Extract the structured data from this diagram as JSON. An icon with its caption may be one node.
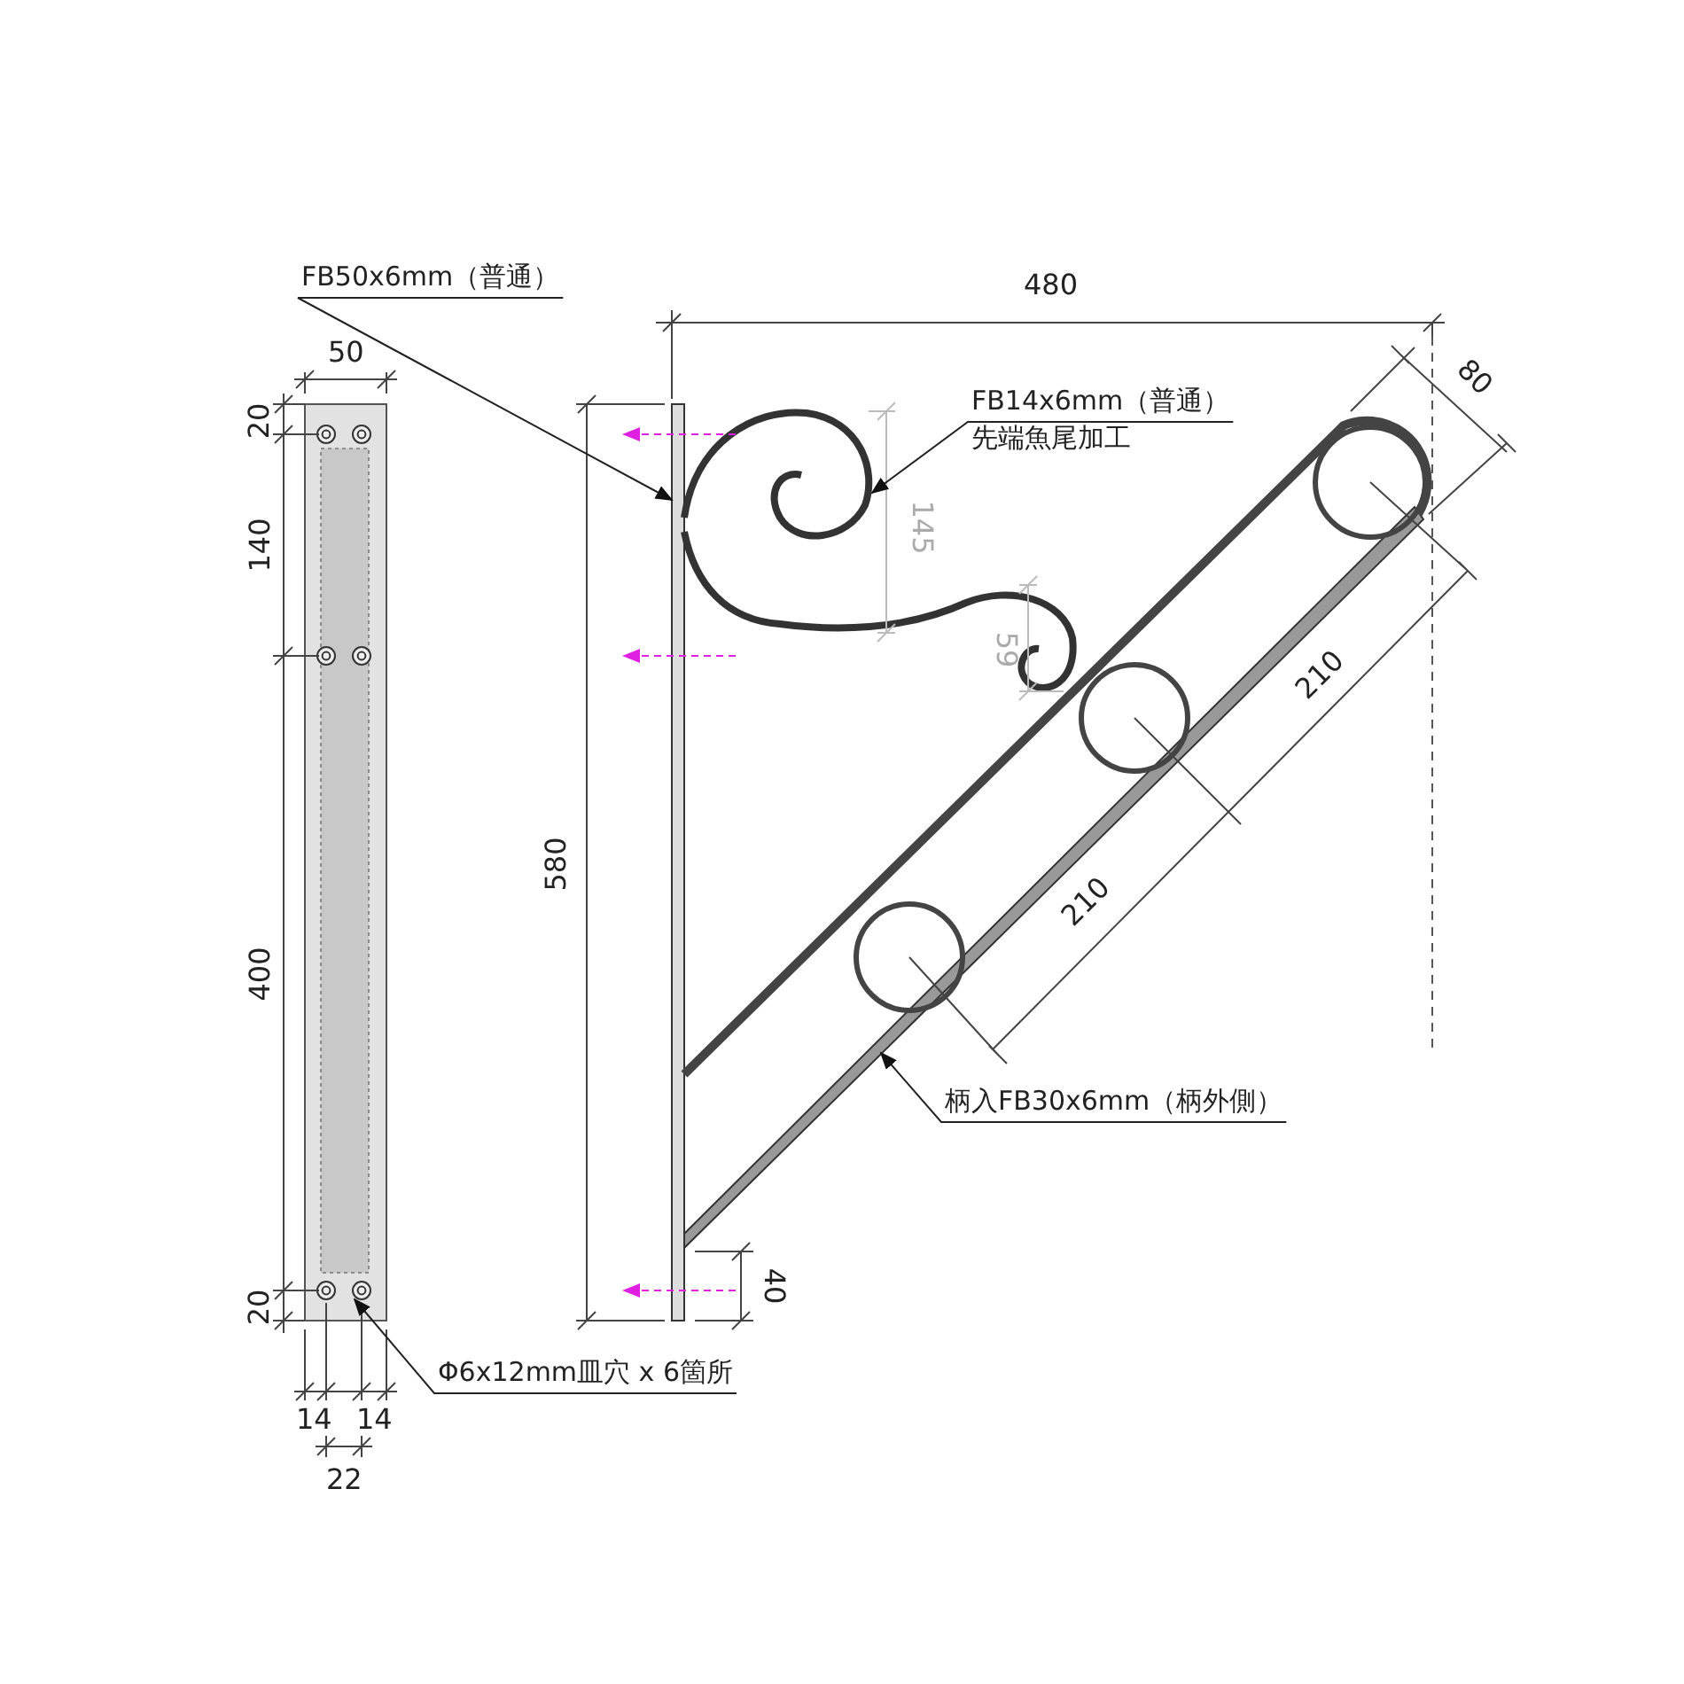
{
  "diagram": {
    "nodes": [
      {
        "text": [
          "FB50x6mm（普通）"
        ]
      },
      {
        "text": [],
        "shape": "bar"
      },
      {
        "text": [
          "FB14x6mm（普通）",
          "先端魚尾加工"
        ]
      },
      {
        "text": [],
        "shape": "picture"
      },
      {
        "text": [
          "柄入FB30x6mm（柄外側）"
        ]
      },
      {
        "text": [],
        "shape": "bar"
      },
      {
        "text": [
          "Φ6x12mm皿穴 x 6箇所"
        ]
      },
      {
        "text": [],
        "shape": "circle"
      }
    ],
    "edges": [
      {
        "from": 0,
        "to": 1,
        "arrow": "to"
      },
      {
        "from": 2,
        "to": 3,
        "arrow": "to"
      },
      {
        "from": 4,
        "to": 5,
        "arrow": "to"
      },
      {
        "from": 6,
        "to": 7,
        "arrow": "to"
      }
    ],
    "labels": [
      "480",
      "80",
      "50",
      "20",
      "140",
      "145",
      "59",
      "210",
      "580",
      "400",
      "210",
      "40",
      "20",
      "14",
      "14",
      "22"
    ]
  }
}
